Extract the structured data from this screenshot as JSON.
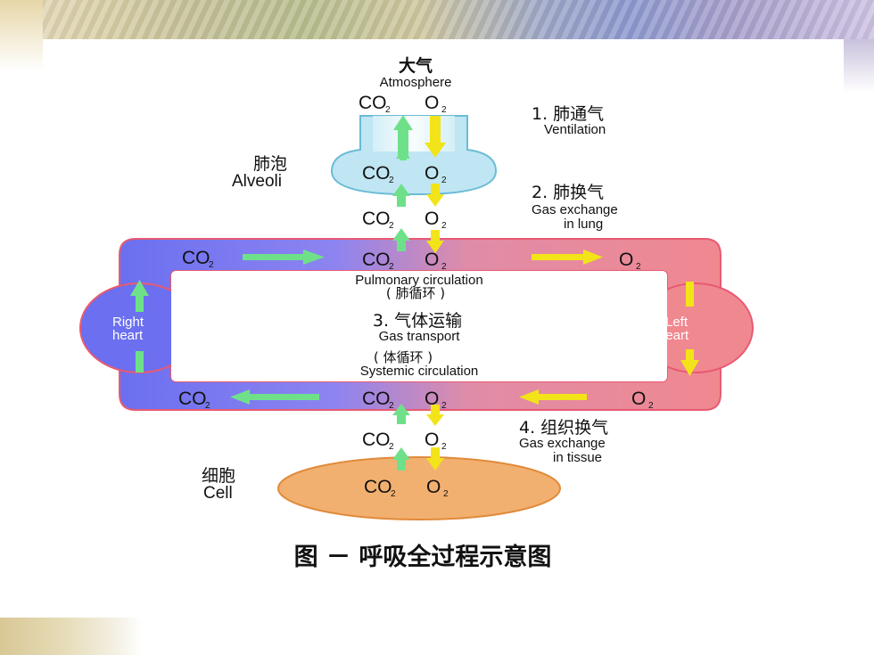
{
  "atmosphere": {
    "cn": "大气",
    "en": "Atmosphere"
  },
  "alveoli": {
    "cn": "肺泡",
    "en": "Alveoli"
  },
  "cell": {
    "cn": "细胞",
    "en": "Cell"
  },
  "gas": {
    "co": "CO",
    "o": "O",
    "sub": "2"
  },
  "steps": {
    "s1": {
      "cn": "1. 肺通气",
      "en": "Ventilation"
    },
    "s2": {
      "cn": "2. 肺换气",
      "en1": "Gas exchange",
      "en2": "in lung"
    },
    "s3": {
      "cn": "3. 气体运输",
      "en": "Gas transport"
    },
    "s4": {
      "cn": "4. 组织换气",
      "en1": "Gas exchange",
      "en2": "in tissue"
    }
  },
  "pulmonary": {
    "en": "Pulmonary circulation",
    "cn": "( 肺循环 )"
  },
  "systemic": {
    "cn": "( 体循环 )",
    "en": "Systemic circulation"
  },
  "right_heart": {
    "l1": "Right",
    "l2": "heart"
  },
  "left_heart": {
    "l1": "Left",
    "l2": "heart"
  },
  "caption": "图 － 呼吸全过程示意图",
  "colors": {
    "venous": "#6b6ff0",
    "arterial": "#f08890",
    "alveoli": "#bfe6f2",
    "cell": "#f2b070",
    "up_arrow": "#6fe08a",
    "down_arrow": "#f2e418"
  }
}
